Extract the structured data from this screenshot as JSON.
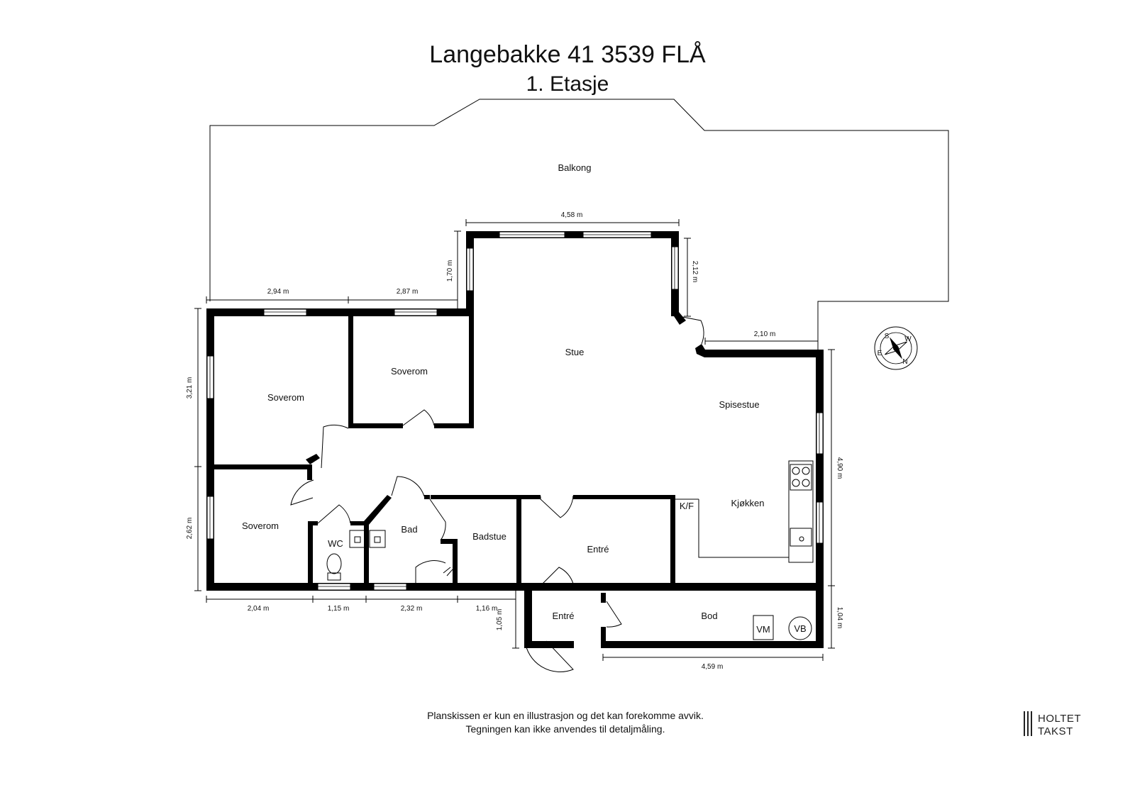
{
  "header": {
    "title": "Langebakke 41 3539 FLÅ",
    "subtitle": "1. Etasje"
  },
  "rooms": {
    "balkong": "Balkong",
    "stue": "Stue",
    "spisestue": "Spisestue",
    "kjokken": "Kjøkken",
    "kf": "K/F",
    "soverom_a": "Soverom",
    "soverom_b": "Soverom",
    "soverom_c": "Soverom",
    "wc": "WC",
    "bad": "Bad",
    "badstue": "Badstue",
    "entre_inner": "Entré",
    "entre_outer": "Entré",
    "bod": "Bod",
    "vm": "VM",
    "vb": "VB"
  },
  "dimensions": {
    "top_458": "4,58 m",
    "left_170": "1,70 m",
    "right_212": "2,12 m",
    "top_294": "2,94 m",
    "top_287": "2,87 m",
    "top_210": "2,10 m",
    "side_321": "3,21 m",
    "side_262": "2,62 m",
    "side_490": "4,90 m",
    "side_104": "1,04 m",
    "side_105": "1,05 m",
    "bottom_204": "2,04 m",
    "bottom_115": "1,15 m",
    "bottom_232": "2,32 m",
    "bottom_116": "1,16 m",
    "bottom_459": "4,59 m"
  },
  "compass": {
    "s": "S",
    "w": "W",
    "e": "E",
    "n": "N"
  },
  "footer": {
    "line1": "Planskissen er kun en illustrasjon og det kan forekomme avvik.",
    "line2": "Tegningen kan ikke anvendes til detaljmåling."
  },
  "logo": {
    "line1": "HOLTET",
    "line2": "TAKST"
  }
}
